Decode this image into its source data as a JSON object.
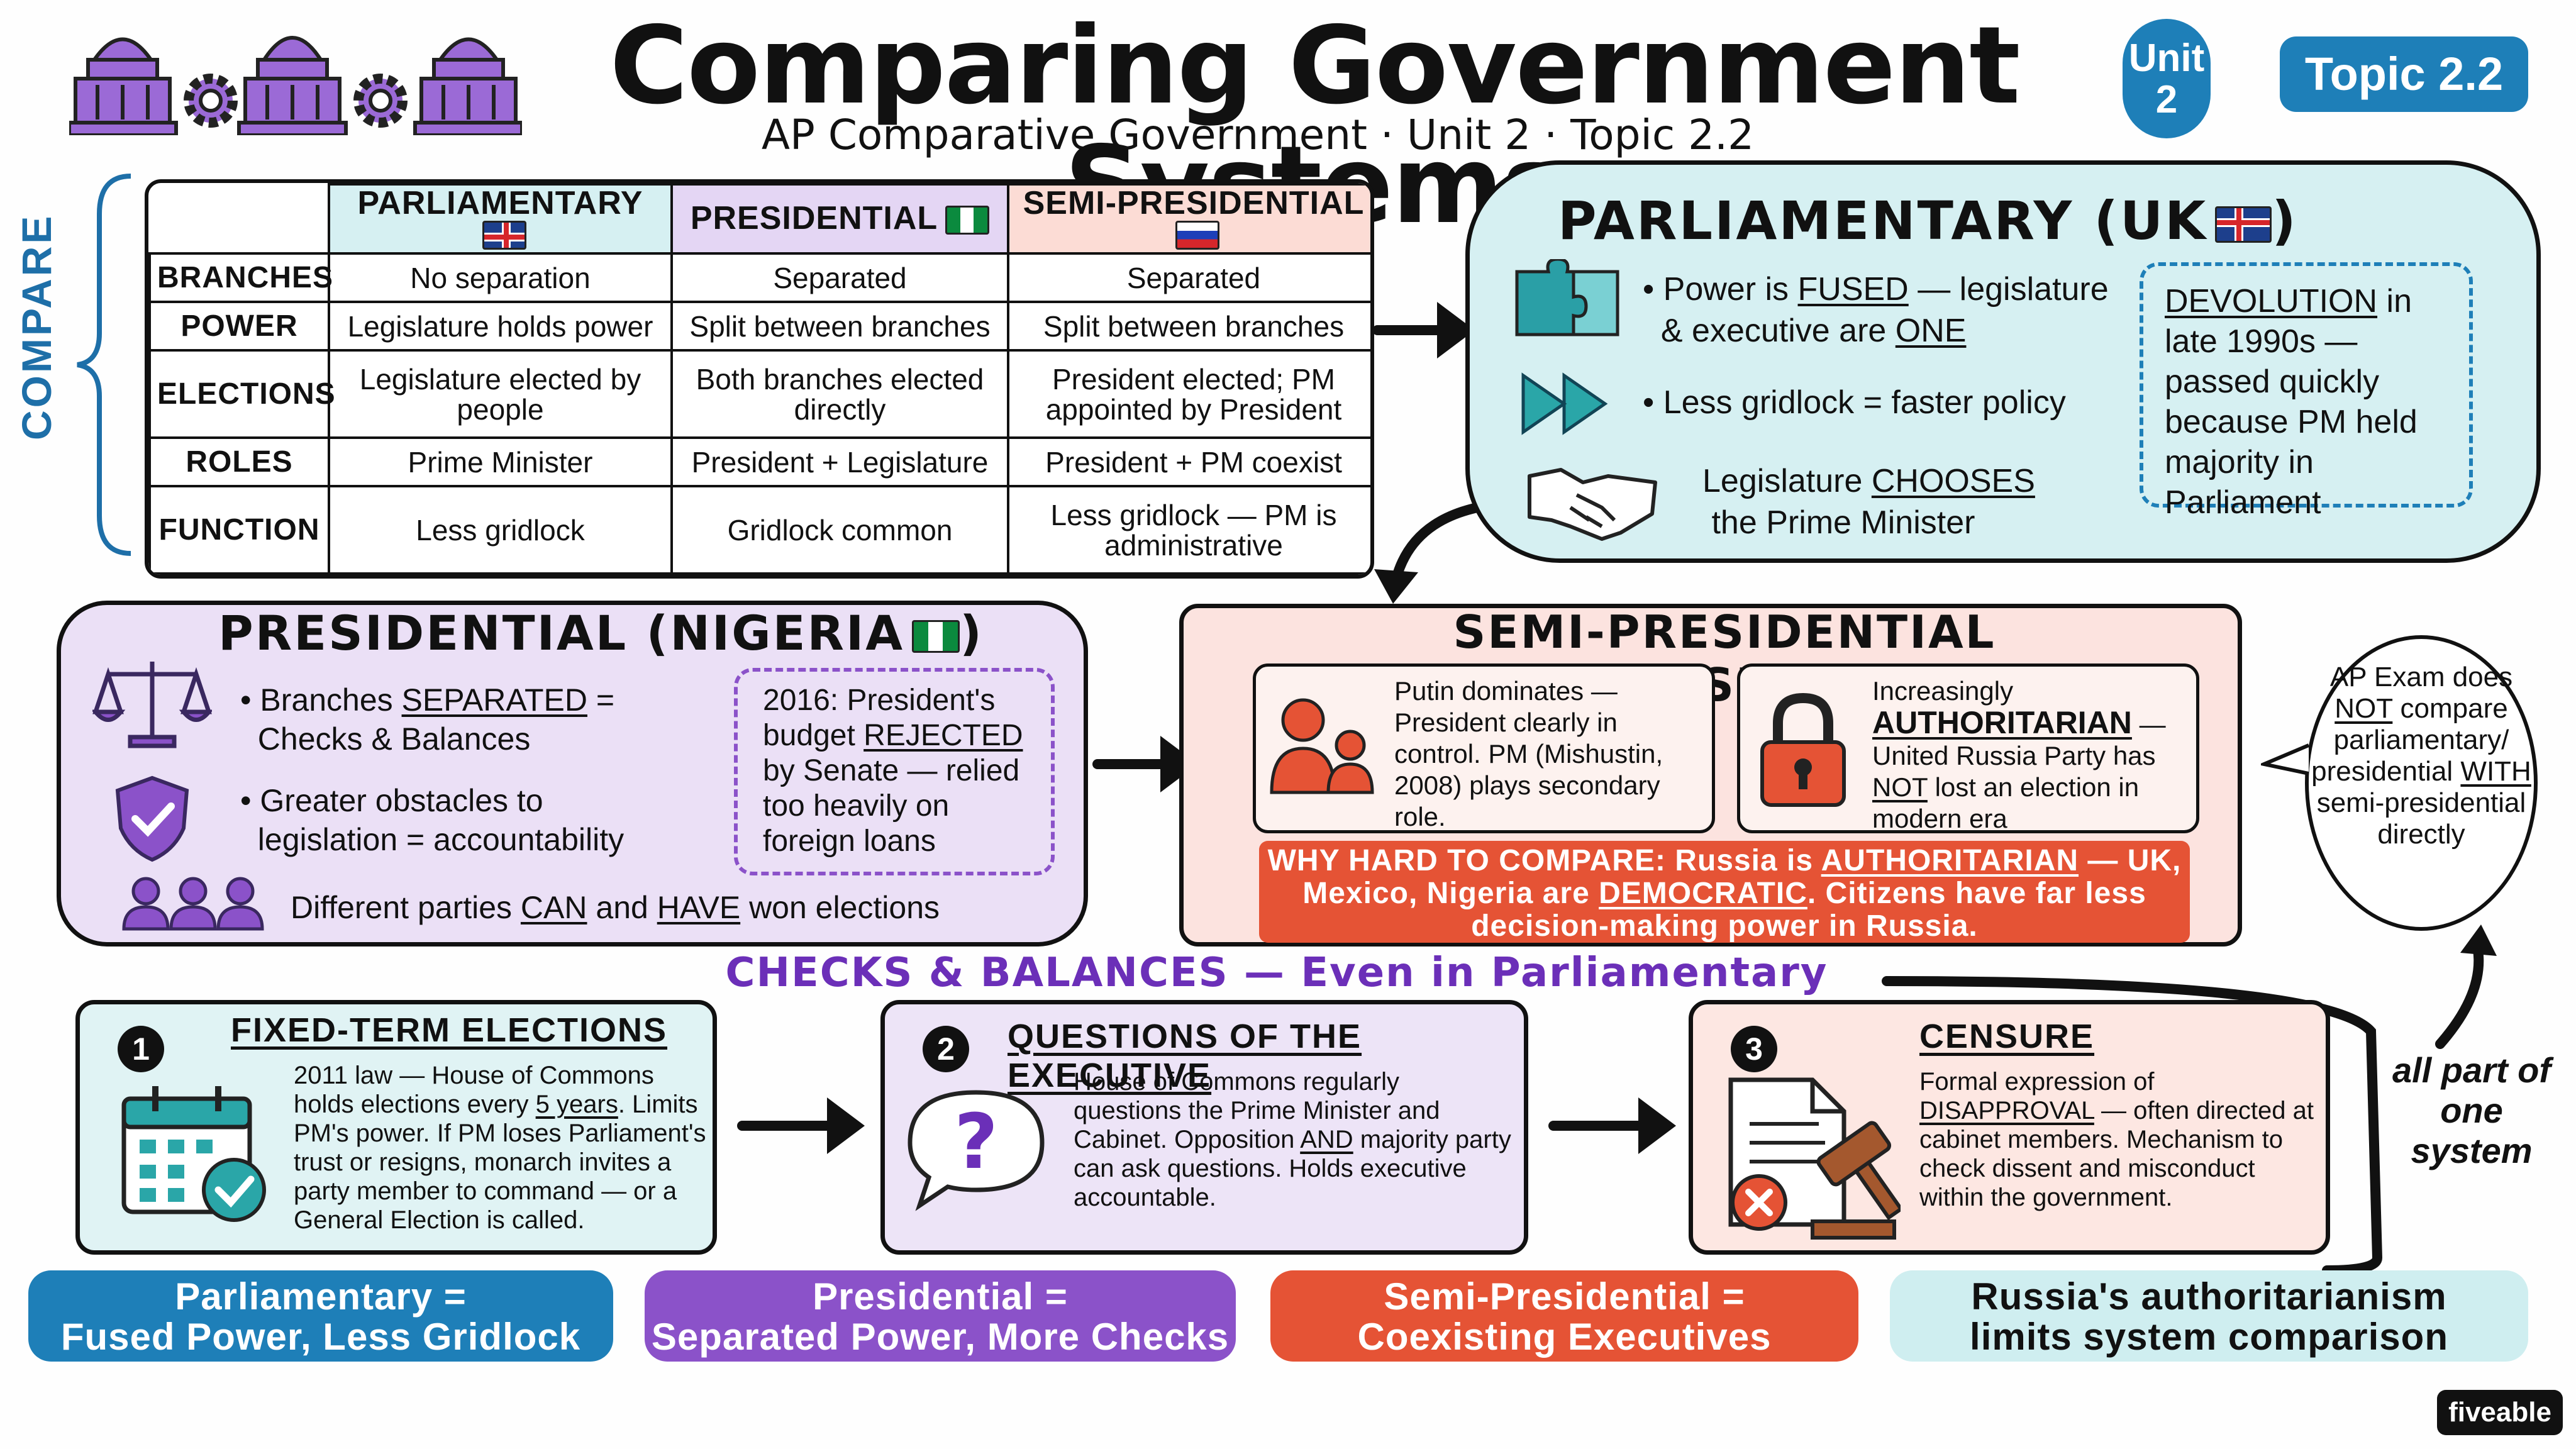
{
  "header": {
    "title": "Comparing Government Systems",
    "subtitle": "AP Comparative Government · Unit 2 · Topic 2.2",
    "unit_label": "Unit",
    "unit_number": "2",
    "topic_badge": "Topic 2.2"
  },
  "compare_table": {
    "side_label": "COMPARE",
    "columns": [
      "PARLIAMENTARY",
      "PRESIDENTIAL",
      "SEMI-PRESIDENTIAL"
    ],
    "rows": [
      {
        "head": "BRANCHES",
        "cells": [
          "No separation",
          "Separated",
          "Separated"
        ]
      },
      {
        "head": "POWER",
        "cells": [
          "Legislature holds power",
          "Split between branches",
          "Split between branches"
        ]
      },
      {
        "head": "ELECTIONS",
        "cells": [
          "Legislature elected by people",
          "Both branches elected directly",
          "President elected; PM appointed by President"
        ]
      },
      {
        "head": "ROLES",
        "cells": [
          "Prime Minister",
          "President + Legislature",
          "President + PM coexist"
        ]
      },
      {
        "head": "FUNCTION",
        "cells": [
          "Less gridlock",
          "Gridlock common",
          "Less gridlock — PM is administrative"
        ]
      }
    ]
  },
  "parliamentary": {
    "title": "PARLIAMENTARY (UK",
    "title_close": ")",
    "point1_a": "• Power is ",
    "point1_b": "FUSED",
    "point1_c": " — legislature",
    "point1_d": "& executive are ",
    "point1_e": "ONE",
    "point2": "• Less gridlock = faster policy",
    "point3_a": "Legislature ",
    "point3_b": "CHOOSES",
    "point3_c": "the Prime Minister",
    "devolution_a": "DEVOLUTION",
    "devolution_b": " in late 1990s — passed quickly because PM held majority in Parliament"
  },
  "presidential": {
    "title": "PRESIDENTIAL (NIGERIA",
    "title_close": ")",
    "point1_a": "• Branches ",
    "point1_b": "SEPARATED",
    "point1_c": " =",
    "point1_d": "Checks & Balances",
    "point2_a": "• Greater obstacles to",
    "point2_b": "legislation = accountability",
    "point3_a": "Different parties ",
    "point3_b": "CAN",
    "point3_c": " and ",
    "point3_d": "HAVE",
    "point3_e": " won elections",
    "box_a": "2016: President's budget ",
    "box_b": "REJECTED",
    "box_c": " by Senate — relied too heavily on foreign loans"
  },
  "semi_presidential": {
    "title": "SEMI-PRESIDENTIAL (RUSSIA",
    "title_close": ")",
    "box1": "Putin dominates — President clearly in control. PM (Mishustin, 2008) plays secondary role.",
    "box2_a": "Increasingly",
    "box2_b": "AUTHORITARIAN",
    "box2_c": " —",
    "box2_d": "United Russia Party has ",
    "box2_e": "NOT",
    "box2_f": " lost an election in modern era",
    "why_a": "WHY HARD TO COMPARE: Russia is ",
    "why_b": "AUTHORITARIAN",
    "why_c": " — UK, Mexico, Nigeria are ",
    "why_d": "DEMOCRATIC",
    "why_e": ". Citizens have far less decision-making power in Russia."
  },
  "exam_note": {
    "a": "AP Exam does ",
    "b": "NOT",
    "c": " compare parliamentary/ presidential ",
    "d": "WITH",
    "e": " semi-presidential directly"
  },
  "checks": {
    "header": "CHECKS & BALANCES — Even in Parliamentary Systems!",
    "items": [
      {
        "number": "1",
        "title": "FIXED-TERM ELECTIONS",
        "text_a": "2011 law — House of Commons holds elections every ",
        "text_b": "5 years",
        "text_c": ". Limits PM's power. If PM loses Parliament's trust or resigns, monarch invites a party member to command — or a General Election is called."
      },
      {
        "number": "2",
        "title": "QUESTIONS OF THE EXECUTIVE",
        "text_a": "House of Commons regularly questions the Prime Minister and Cabinet. Opposition ",
        "text_b": "AND",
        "text_c": " majority party can ask questions. Holds executive accountable."
      },
      {
        "number": "3",
        "title": "CENSURE",
        "text_a": "Formal expression of ",
        "text_b": "DISAPPROVAL",
        "text_c": " — often directed at cabinet members. Mechanism to check dissent and misconduct within the government."
      }
    ],
    "side_note": "all part of one system"
  },
  "summary": [
    {
      "line1": "Parliamentary =",
      "line2": "Fused Power, Less Gridlock",
      "bg": "#1e7fb8",
      "fg": "#ffffff"
    },
    {
      "line1": "Presidential =",
      "line2": "Separated Power, More Checks",
      "bg": "#8b52c9",
      "fg": "#ffffff"
    },
    {
      "line1": "Semi-Presidential =",
      "line2": "Coexisting Executives",
      "bg": "#e55335",
      "fg": "#ffffff"
    },
    {
      "line1": "Russia's authoritarianism",
      "line2": "limits system comparison",
      "bg": "#cfeef0",
      "fg": "#111111"
    }
  ],
  "brand": "fiveable",
  "colors": {
    "blue": "#1e7fb8",
    "purple": "#8b52c9",
    "red": "#e55335",
    "teal": "#2aa6a8",
    "cloud": "#d6f0f2"
  },
  "icons": [
    "capitol-icon",
    "gear-icon",
    "puzzle-icon",
    "fast-forward-icon",
    "handshake-icon",
    "scales-icon",
    "shield-check-icon",
    "people-icon",
    "person-pair-icon",
    "padlock-icon",
    "calendar-check-icon",
    "question-bubble-icon",
    "document-gavel-icon"
  ]
}
